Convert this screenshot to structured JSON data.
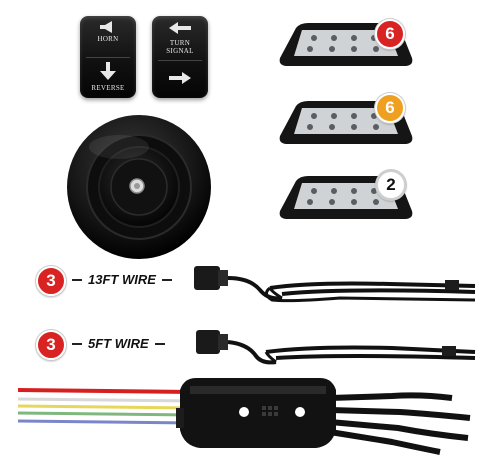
{
  "switches": {
    "left": {
      "top_label": "HORN",
      "bottom_label": "REVERSE"
    },
    "right": {
      "top_label_line1": "TURN",
      "top_label_line2": "SIGNAL"
    }
  },
  "lights": [
    {
      "badge": "6",
      "badge_color": "#d92323"
    },
    {
      "badge": "6",
      "badge_color": "#f0a020"
    },
    {
      "badge": "2",
      "badge_color": "#ffffff"
    }
  ],
  "wires": [
    {
      "badge": "3",
      "label": "13FT WIRE"
    },
    {
      "badge": "3",
      "label": "5FT WIRE"
    }
  ],
  "colors": {
    "badge_red": "#d92323",
    "badge_orange": "#f0a020",
    "wire_red": "#d62020",
    "wire_yellow": "#e6d65a",
    "wire_green": "#7fb77e",
    "wire_blue": "#7a86c9"
  }
}
